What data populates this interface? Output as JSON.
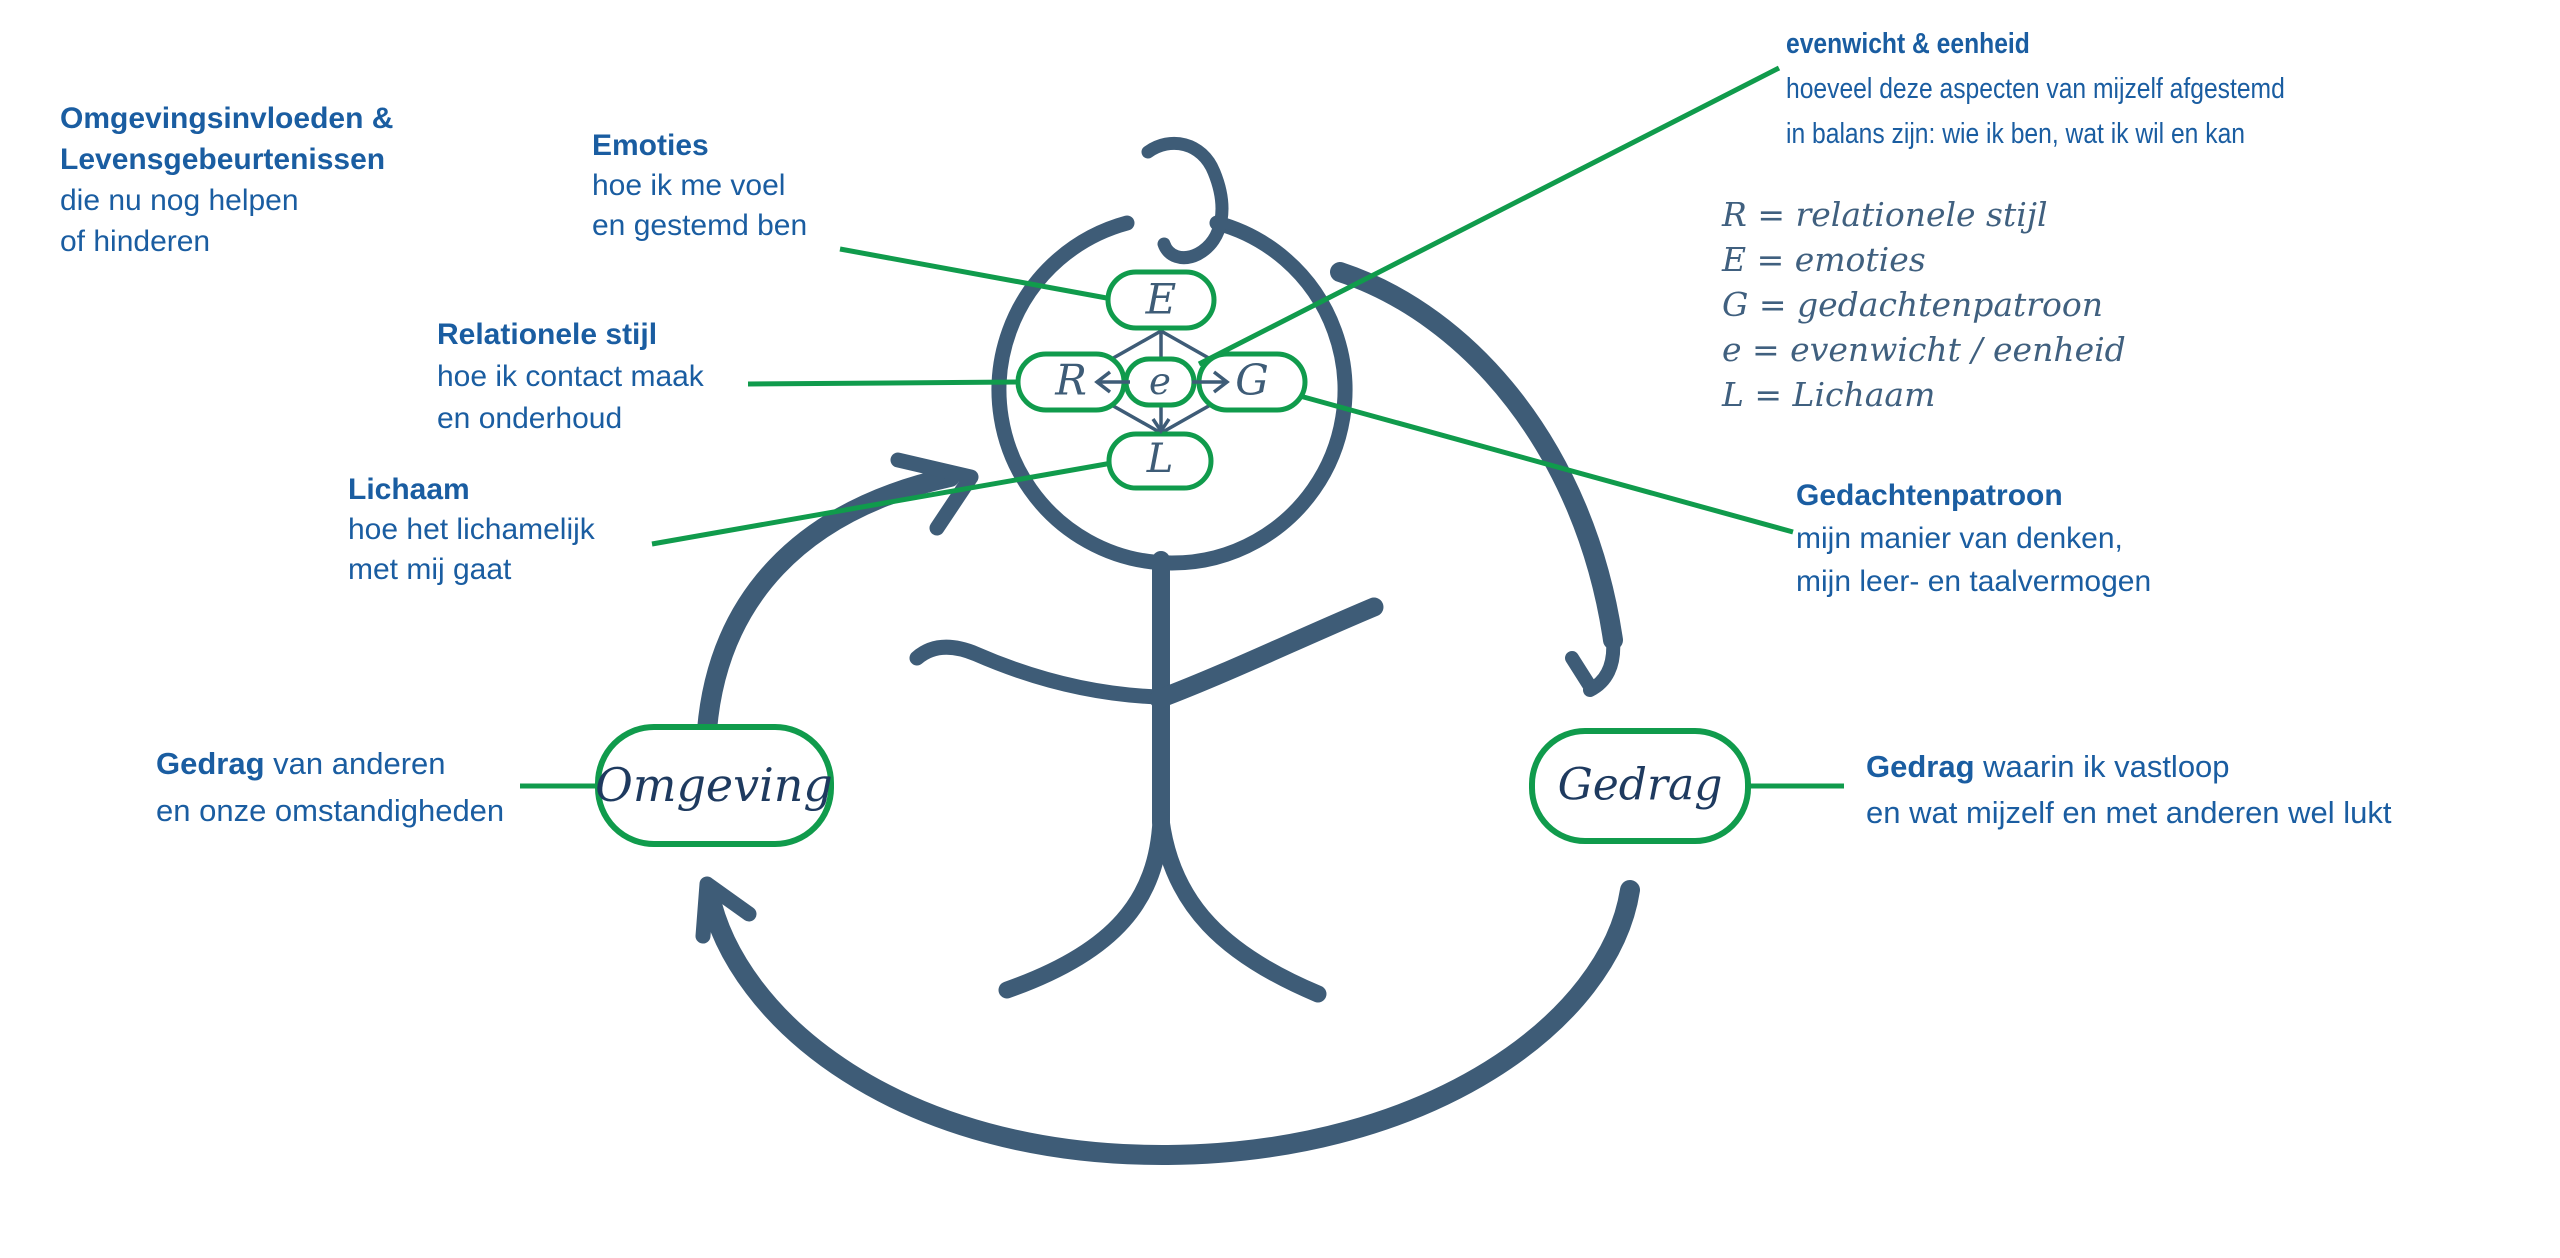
{
  "palette": {
    "stroke_slate": "#3e5c77",
    "accent_green": "#109b4c",
    "text_blue": "#1a5da1",
    "badge_navy": "#1e3a5f",
    "handwriting_slate": "#40607f"
  },
  "annotations": {
    "omgevingsinvloeden": {
      "title_line1": "Omgevingsinvloeden &",
      "title_line2": "Levensgebeurtenissen",
      "body_line1": "die nu nog helpen",
      "body_line2": "of hinderen"
    },
    "emoties": {
      "title": "Emoties",
      "body_line1": "hoe ik me voel",
      "body_line2": "en gestemd ben"
    },
    "relationele_stijl": {
      "title": "Relationele stijl",
      "body_line1": "hoe ik contact maak",
      "body_line2": "en onderhoud"
    },
    "lichaam": {
      "title": "Lichaam",
      "body_line1": "hoe het lichamelijk",
      "body_line2": "met mij gaat"
    },
    "evenwicht": {
      "title": "evenwicht & eenheid",
      "body_line1": "hoeveel deze aspecten van mijzelf afgestemd",
      "body_line2": "in balans zijn: wie ik ben, wat ik wil en kan"
    },
    "gedachtenpatroon": {
      "title": "Gedachtenpatroon",
      "body_line1": "mijn manier van denken,",
      "body_line2": "mijn leer- en taalvermogen"
    },
    "gedrag_links": {
      "title": "Gedrag",
      "title_rest": " van anderen",
      "body_line2": "en onze omstandigheden"
    },
    "gedrag_rechts": {
      "title": "Gedrag",
      "title_rest": " waarin ik vastloop",
      "body_line2": "en wat mijzelf en met anderen wel lukt"
    }
  },
  "legend": {
    "lines": [
      "R = relationele stijl",
      "E = emoties",
      "G = gedachtenpatroon",
      "e = evenwicht / eenheid",
      "L = Lichaam"
    ]
  },
  "diagram": {
    "pills": {
      "top": "E",
      "left": "R",
      "center": "e",
      "right": "G",
      "bottom": "L"
    },
    "badges": {
      "omgeving": "Omgeving",
      "gedrag": "Gedrag"
    }
  }
}
